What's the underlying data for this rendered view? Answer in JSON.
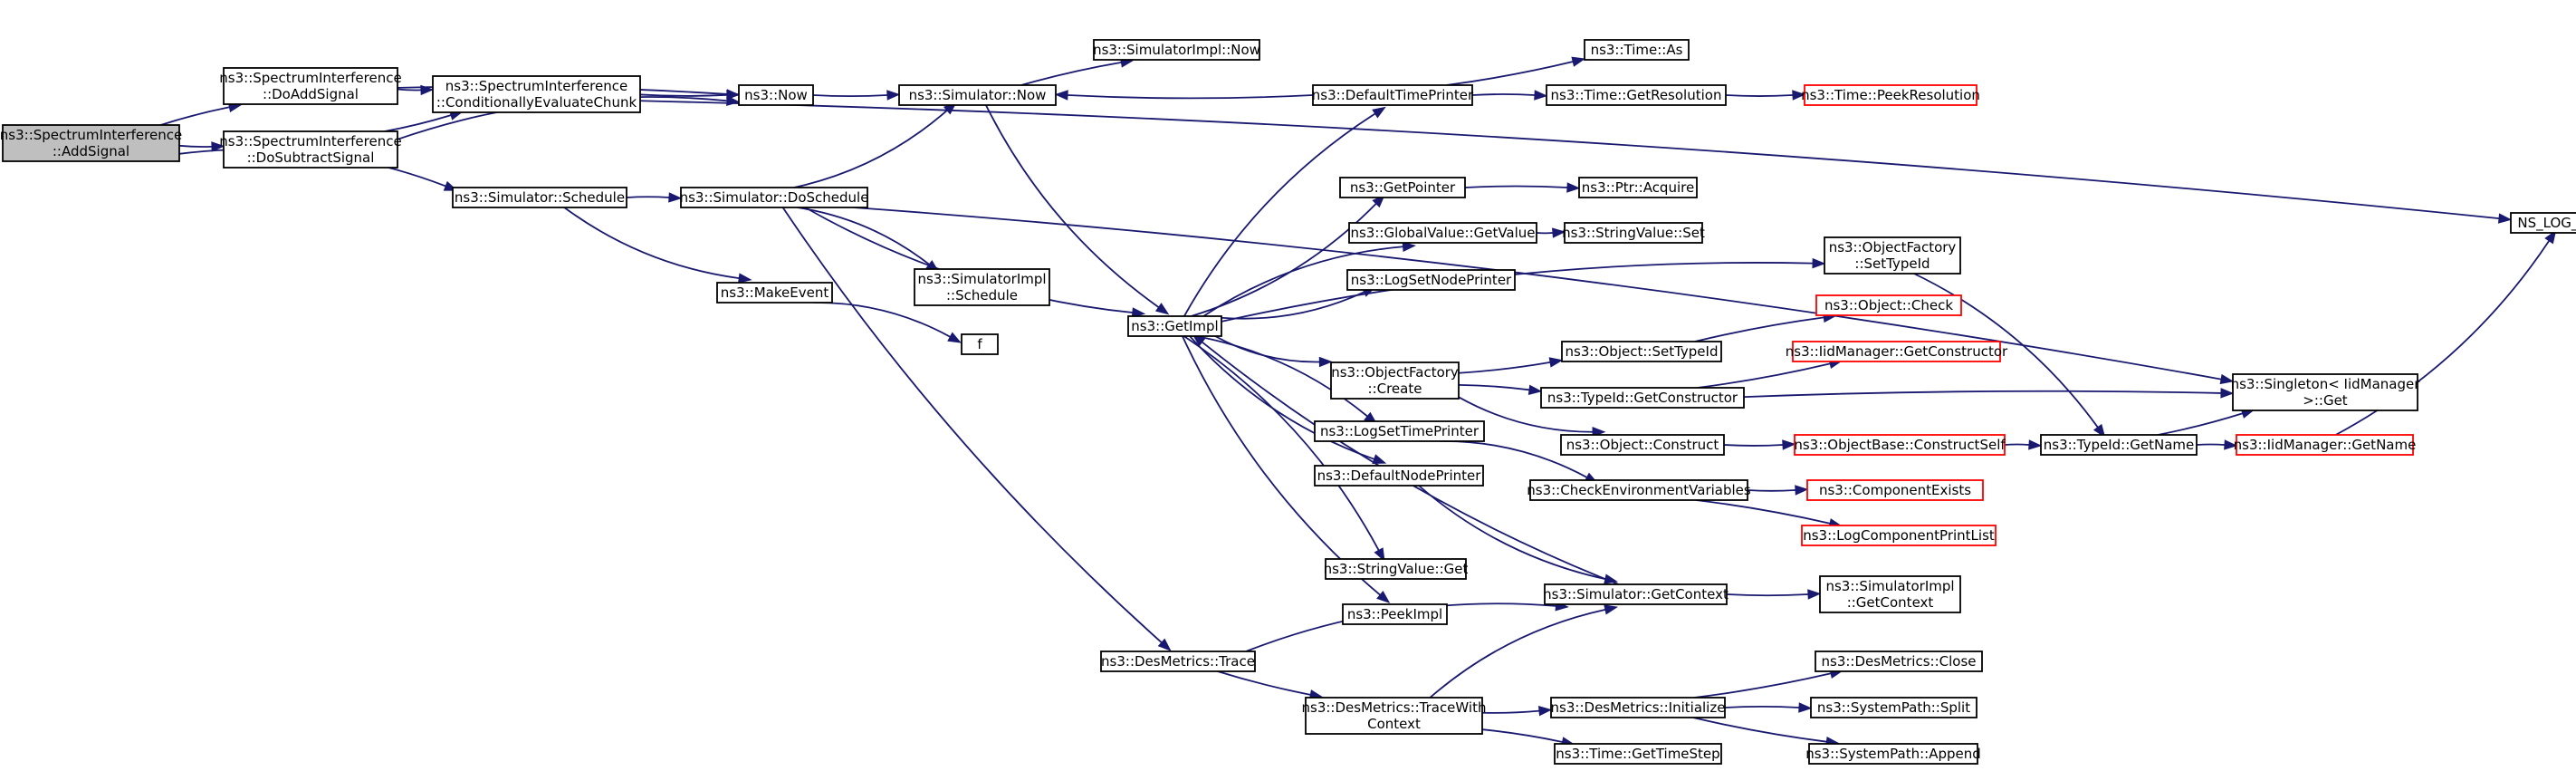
{
  "graph": {
    "nodes": [
      {
        "id": "addsignal",
        "lines": [
          "ns3::SpectrumInterference",
          "::AddSignal"
        ],
        "root": true
      },
      {
        "id": "doaddsignal",
        "lines": [
          "ns3::SpectrumInterference",
          "::DoAddSignal"
        ]
      },
      {
        "id": "dosubtractsignal",
        "lines": [
          "ns3::SpectrumInterference",
          "::DoSubtractSignal"
        ]
      },
      {
        "id": "condeval",
        "lines": [
          "ns3::SpectrumInterference",
          "::ConditionallyEvaluateChunk"
        ]
      },
      {
        "id": "now",
        "lines": [
          "ns3::Now"
        ]
      },
      {
        "id": "simnow",
        "lines": [
          "ns3::Simulator::Now"
        ]
      },
      {
        "id": "simimplnow",
        "lines": [
          "ns3::SimulatorImpl::Now"
        ]
      },
      {
        "id": "deftimeprinter",
        "lines": [
          "ns3::DefaultTimePrinter"
        ]
      },
      {
        "id": "timeas",
        "lines": [
          "ns3::Time::As"
        ]
      },
      {
        "id": "timegetres",
        "lines": [
          "ns3::Time::GetResolution"
        ]
      },
      {
        "id": "timepeekres",
        "lines": [
          "ns3::Time::PeekResolution"
        ],
        "red": true
      },
      {
        "id": "simschedule",
        "lines": [
          "ns3::Simulator::Schedule"
        ]
      },
      {
        "id": "simdoschedule",
        "lines": [
          "ns3::Simulator::DoSchedule"
        ]
      },
      {
        "id": "makeevent",
        "lines": [
          "ns3::MakeEvent"
        ]
      },
      {
        "id": "f",
        "lines": [
          "f"
        ]
      },
      {
        "id": "simimplschedule",
        "lines": [
          "ns3::SimulatorImpl",
          "::Schedule"
        ]
      },
      {
        "id": "getimpl",
        "lines": [
          "ns3::GetImpl"
        ]
      },
      {
        "id": "getpointer",
        "lines": [
          "ns3::GetPointer"
        ]
      },
      {
        "id": "ptracquire",
        "lines": [
          "ns3::Ptr::Acquire"
        ]
      },
      {
        "id": "gvgetvalue",
        "lines": [
          "ns3::GlobalValue::GetValue"
        ]
      },
      {
        "id": "stringvalueset",
        "lines": [
          "ns3::StringValue::Set"
        ]
      },
      {
        "id": "logsetnodeprinter",
        "lines": [
          "ns3::LogSetNodePrinter"
        ]
      },
      {
        "id": "objfactsettypeid",
        "lines": [
          "ns3::ObjectFactory",
          "::SetTypeId"
        ]
      },
      {
        "id": "objectcheck",
        "lines": [
          "ns3::Object::Check"
        ],
        "red": true
      },
      {
        "id": "objfactcreate",
        "lines": [
          "ns3::ObjectFactory",
          "::Create"
        ]
      },
      {
        "id": "objsettypeid",
        "lines": [
          "ns3::Object::SetTypeId"
        ]
      },
      {
        "id": "iidmgetconstructor",
        "lines": [
          "ns3::IidManager::GetConstructor"
        ],
        "red": true
      },
      {
        "id": "typeidgetconstructor",
        "lines": [
          "ns3::TypeId::GetConstructor"
        ]
      },
      {
        "id": "singletonget",
        "lines": [
          "ns3::Singleton< IidManager",
          " >::Get"
        ]
      },
      {
        "id": "logsettimeprinter",
        "lines": [
          "ns3::LogSetTimePrinter"
        ]
      },
      {
        "id": "objconstruct",
        "lines": [
          "ns3::Object::Construct"
        ]
      },
      {
        "id": "objbaseconstructself",
        "lines": [
          "ns3::ObjectBase::ConstructSelf"
        ],
        "red": true
      },
      {
        "id": "typeidgetname",
        "lines": [
          "ns3::TypeId::GetName"
        ]
      },
      {
        "id": "iidmgetname",
        "lines": [
          "ns3::IidManager::GetName"
        ],
        "red": true
      },
      {
        "id": "nsloglogic",
        "lines": [
          "NS_LOG_LOGIC"
        ]
      },
      {
        "id": "defnodeprinter",
        "lines": [
          "ns3::DefaultNodePrinter"
        ]
      },
      {
        "id": "checkenv",
        "lines": [
          "ns3::CheckEnvironmentVariables"
        ]
      },
      {
        "id": "compexists",
        "lines": [
          "ns3::ComponentExists"
        ],
        "red": true
      },
      {
        "id": "logcompprintlist",
        "lines": [
          "ns3::LogComponentPrintList"
        ],
        "red": true
      },
      {
        "id": "stringvalueget",
        "lines": [
          "ns3::StringValue::Get"
        ]
      },
      {
        "id": "simgetcontext",
        "lines": [
          "ns3::Simulator::GetContext"
        ]
      },
      {
        "id": "simimplgetcontext",
        "lines": [
          "ns3::SimulatorImpl",
          "::GetContext"
        ]
      },
      {
        "id": "peekimpl",
        "lines": [
          "ns3::PeekImpl"
        ]
      },
      {
        "id": "desmtrace",
        "lines": [
          "ns3::DesMetrics::Trace"
        ]
      },
      {
        "id": "desmtracewith",
        "lines": [
          "ns3::DesMetrics::TraceWith",
          "Context"
        ]
      },
      {
        "id": "desminit",
        "lines": [
          "ns3::DesMetrics::Initialize"
        ]
      },
      {
        "id": "desmclose",
        "lines": [
          "ns3::DesMetrics::Close"
        ]
      },
      {
        "id": "syspathsplit",
        "lines": [
          "ns3::SystemPath::Split"
        ]
      },
      {
        "id": "syspathappend",
        "lines": [
          "ns3::SystemPath::Append"
        ]
      },
      {
        "id": "timegettimestep",
        "lines": [
          "ns3::Time::GetTimeStep"
        ]
      }
    ],
    "edges": [
      [
        "addsignal",
        "doaddsignal"
      ],
      [
        "addsignal",
        "dosubtractsignal"
      ],
      [
        "addsignal",
        "simschedule"
      ],
      [
        "doaddsignal",
        "condeval"
      ],
      [
        "doaddsignal",
        "now"
      ],
      [
        "dosubtractsignal",
        "condeval"
      ],
      [
        "dosubtractsignal",
        "now"
      ],
      [
        "condeval",
        "now"
      ],
      [
        "condeval",
        "nsloglogic"
      ],
      [
        "now",
        "simnow"
      ],
      [
        "simnow",
        "simimplnow"
      ],
      [
        "simnow",
        "getimpl"
      ],
      [
        "deftimeprinter",
        "simnow"
      ],
      [
        "deftimeprinter",
        "timeas"
      ],
      [
        "deftimeprinter",
        "timegetres"
      ],
      [
        "timegetres",
        "timepeekres"
      ],
      [
        "simschedule",
        "simdoschedule"
      ],
      [
        "simschedule",
        "makeevent"
      ],
      [
        "makeevent",
        "f"
      ],
      [
        "simdoschedule",
        "simnow"
      ],
      [
        "simdoschedule",
        "simimplschedule"
      ],
      [
        "simdoschedule",
        "getimpl"
      ],
      [
        "simdoschedule",
        "singletonget"
      ],
      [
        "simdoschedule",
        "desmtrace"
      ],
      [
        "getimpl",
        "deftimeprinter"
      ],
      [
        "getimpl",
        "getpointer"
      ],
      [
        "getimpl",
        "gvgetvalue"
      ],
      [
        "getimpl",
        "logsetnodeprinter"
      ],
      [
        "getimpl",
        "objfactsettypeid"
      ],
      [
        "getimpl",
        "objfactcreate"
      ],
      [
        "getimpl",
        "logsettimeprinter"
      ],
      [
        "getimpl",
        "defnodeprinter"
      ],
      [
        "getimpl",
        "stringvalueget"
      ],
      [
        "getimpl",
        "peekimpl"
      ],
      [
        "getpointer",
        "ptracquire"
      ],
      [
        "gvgetvalue",
        "stringvalueset"
      ],
      [
        "objfactsettypeid",
        "typeidgetname"
      ],
      [
        "objfactcreate",
        "objsettypeid"
      ],
      [
        "objfactcreate",
        "typeidgetconstructor"
      ],
      [
        "objfactcreate",
        "objconstruct"
      ],
      [
        "objsettypeid",
        "objectcheck"
      ],
      [
        "typeidgetconstructor",
        "iidmgetconstructor"
      ],
      [
        "typeidgetconstructor",
        "singletonget"
      ],
      [
        "objconstruct",
        "objbaseconstructself"
      ],
      [
        "objbaseconstructself",
        "typeidgetname"
      ],
      [
        "typeidgetname",
        "singletonget"
      ],
      [
        "typeidgetname",
        "iidmgetname"
      ],
      [
        "iidmgetname",
        "nsloglogic"
      ],
      [
        "logsettimeprinter",
        "checkenv"
      ],
      [
        "checkenv",
        "compexists"
      ],
      [
        "checkenv",
        "logcompprintlist"
      ],
      [
        "defnodeprinter",
        "simgetcontext"
      ],
      [
        "simgetcontext",
        "getimpl"
      ],
      [
        "simgetcontext",
        "simimplgetcontext"
      ],
      [
        "desmtrace",
        "simgetcontext"
      ],
      [
        "desmtrace",
        "desmtracewith"
      ],
      [
        "desmtracewith",
        "simgetcontext"
      ],
      [
        "desmtracewith",
        "desminit"
      ],
      [
        "desmtracewith",
        "timegettimestep"
      ],
      [
        "desminit",
        "desmclose"
      ],
      [
        "desminit",
        "syspathsplit"
      ],
      [
        "desminit",
        "syspathappend"
      ]
    ]
  }
}
